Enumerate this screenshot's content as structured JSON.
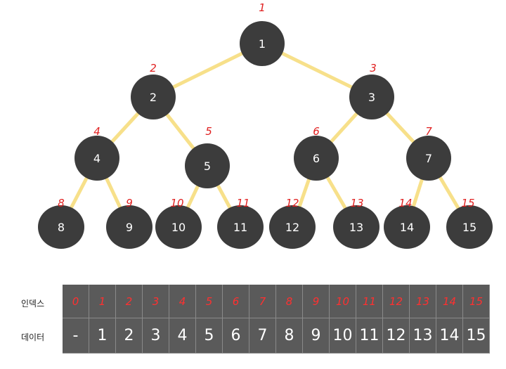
{
  "tree": {
    "nodes": [
      {
        "index": "1",
        "data": "1"
      },
      {
        "index": "2",
        "data": "2"
      },
      {
        "index": "3",
        "data": "3"
      },
      {
        "index": "4",
        "data": "4"
      },
      {
        "index": "5",
        "data": "5"
      },
      {
        "index": "6",
        "data": "6"
      },
      {
        "index": "7",
        "data": "7"
      },
      {
        "index": "8",
        "data": "8"
      },
      {
        "index": "9",
        "data": "9"
      },
      {
        "index": "10",
        "data": "10"
      },
      {
        "index": "11",
        "data": "11"
      },
      {
        "index": "12",
        "data": "12"
      },
      {
        "index": "13",
        "data": "13"
      },
      {
        "index": "14",
        "data": "14"
      },
      {
        "index": "15",
        "data": "15"
      }
    ],
    "colors": {
      "node": "#3c3c3c",
      "edge": "#f7e08a",
      "index_label": "#e02020"
    }
  },
  "table": {
    "index_label": "인덱스",
    "data_label": "데이터",
    "indices": [
      "0",
      "1",
      "2",
      "3",
      "4",
      "5",
      "6",
      "7",
      "8",
      "9",
      "10",
      "11",
      "12",
      "13",
      "14",
      "15"
    ],
    "values": [
      "-",
      "1",
      "2",
      "3",
      "4",
      "5",
      "6",
      "7",
      "8",
      "9",
      "10",
      "11",
      "12",
      "13",
      "14",
      "15"
    ]
  }
}
